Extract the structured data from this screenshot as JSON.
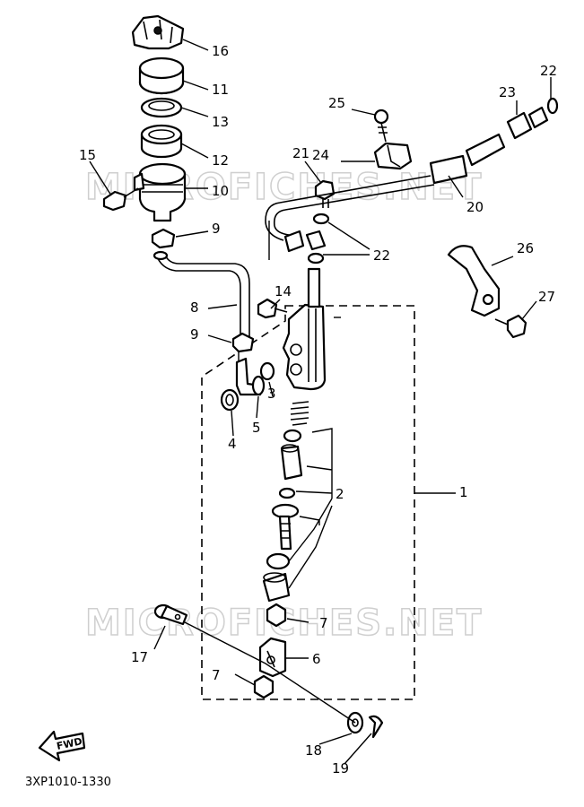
{
  "watermark": "MICROFICHES.NET",
  "diagram_code": "3XP1010-1330",
  "fwd_label": "FWD",
  "callouts": {
    "c1": "1",
    "c2": "2",
    "c3": "3",
    "c4": "4",
    "c5": "5",
    "c6": "6",
    "c7a": "7",
    "c7b": "7",
    "c8": "8",
    "c9a": "9",
    "c9b": "9",
    "c10": "10",
    "c11": "11",
    "c12": "12",
    "c13": "13",
    "c14": "14",
    "c15": "15",
    "c16": "16",
    "c17": "17",
    "c18": "18",
    "c19": "19",
    "c20": "20",
    "c21": "21",
    "c22a": "22",
    "c22b": "22",
    "c23": "23",
    "c24": "24",
    "c25": "25",
    "c26": "26",
    "c27": "27"
  }
}
